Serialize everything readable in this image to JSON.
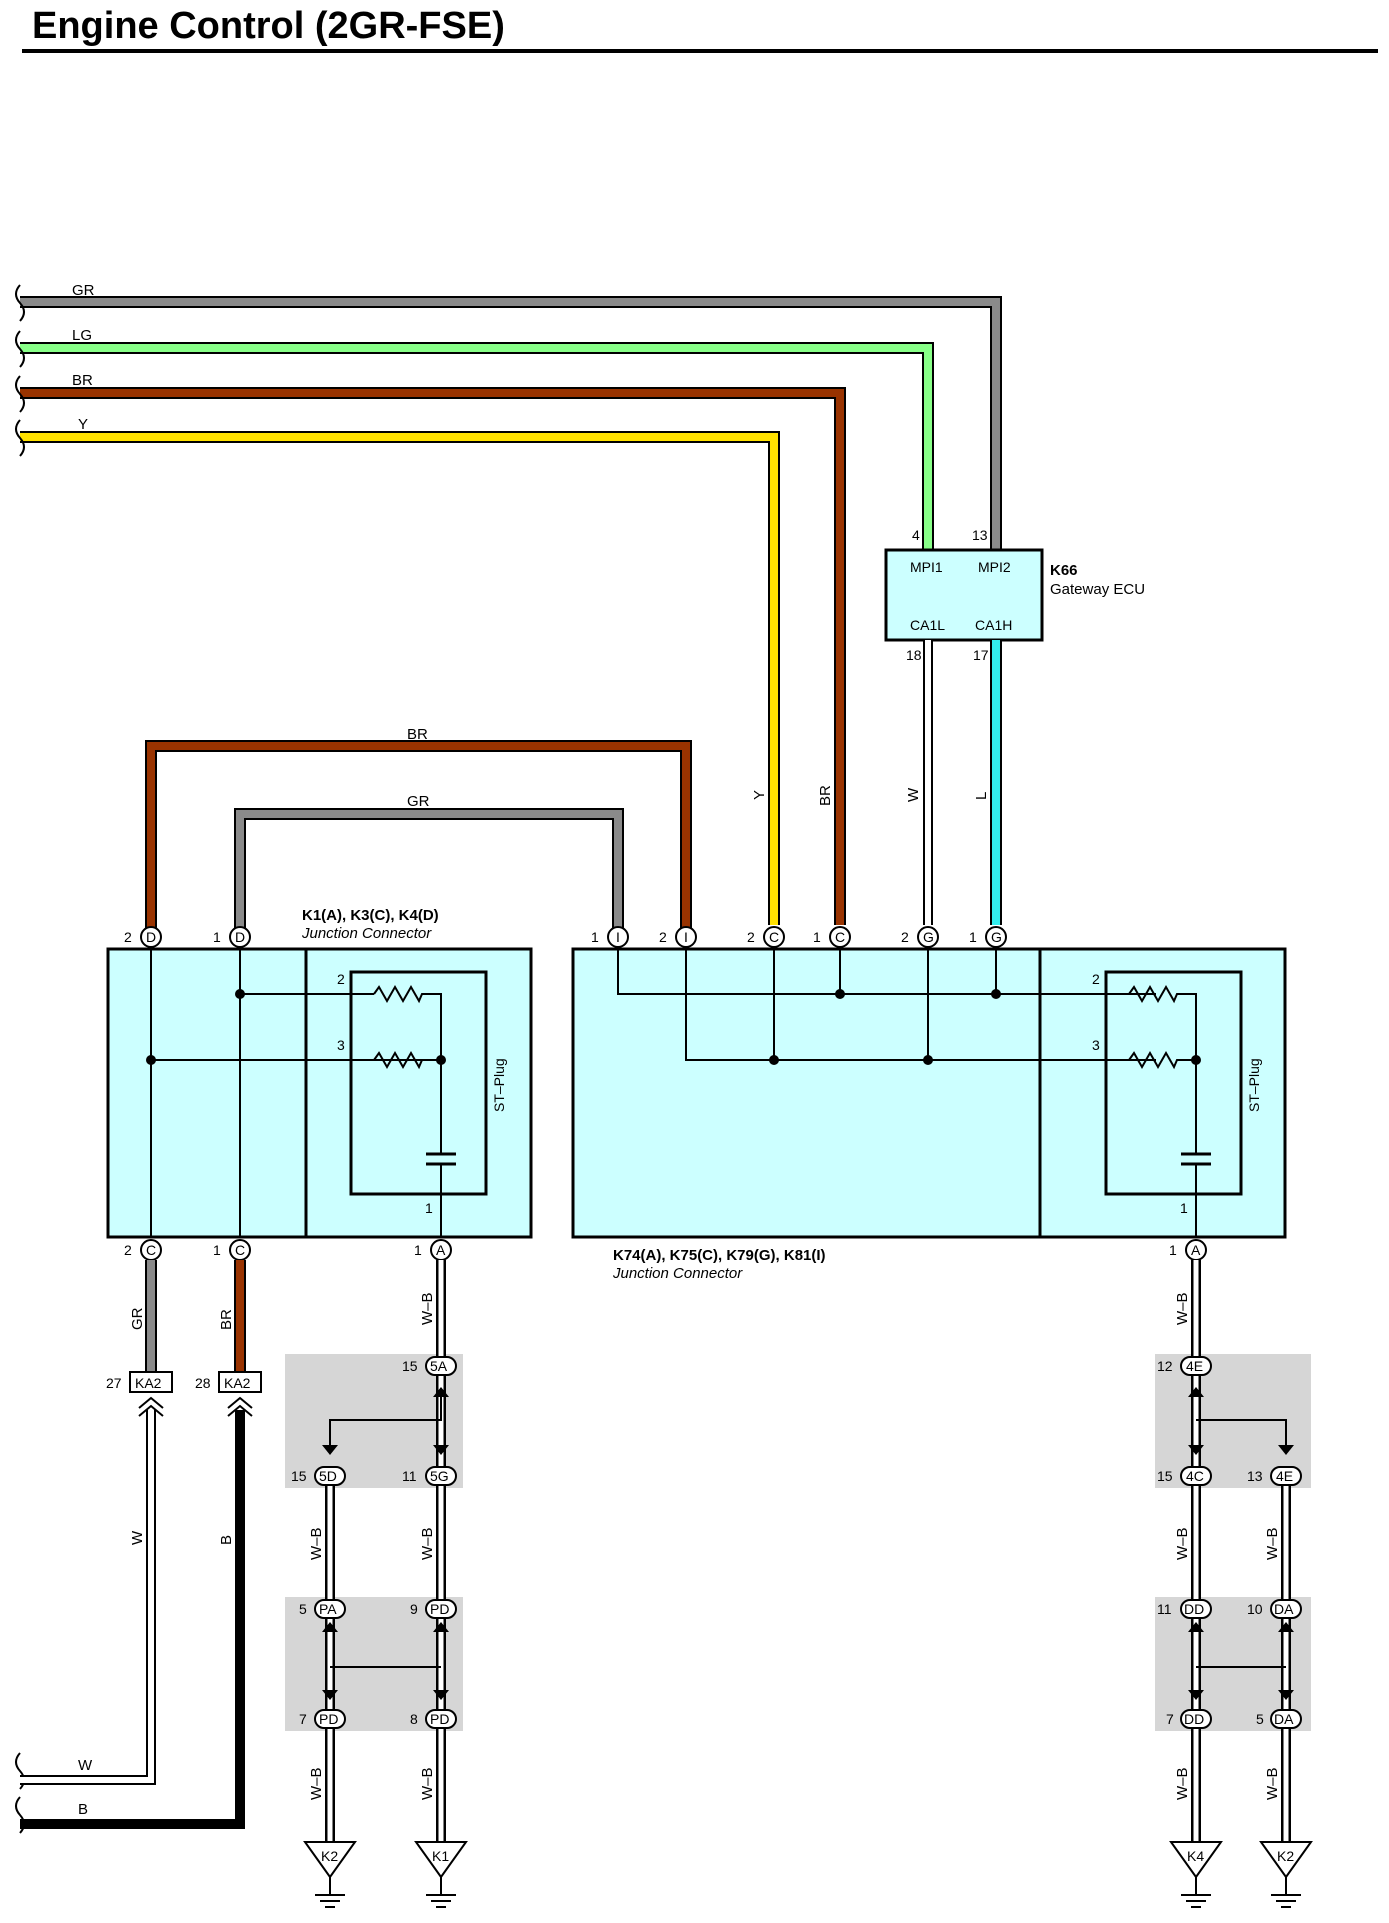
{
  "title": "Engine Control (2GR-FSE)",
  "colors": {
    "GR": "#8a8a8a",
    "LG": "#88ff88",
    "BR": "#993300",
    "Y": "#ffe100",
    "L": "#33eeee",
    "W": "#ffffff",
    "B": "#000000",
    "box_fill": "#ccffff"
  },
  "left_wire_labels": [
    "GR",
    "LG",
    "BR",
    "Y",
    "W",
    "B"
  ],
  "gateway_ecu": {
    "id": "K66",
    "name": "Gateway ECU",
    "pins": [
      {
        "num": "4",
        "name": "MPI1"
      },
      {
        "num": "13",
        "name": "MPI2"
      },
      {
        "num": "18",
        "name": "CA1L"
      },
      {
        "num": "17",
        "name": "CA1H"
      }
    ]
  },
  "jc1": {
    "ids": "K1(A), K3(C), K4(D)",
    "name": "Junction Connector",
    "plug": "ST–Plug",
    "top_pins": [
      {
        "num": "2",
        "term": "D"
      },
      {
        "num": "1",
        "term": "D"
      }
    ],
    "bottom_pins": [
      {
        "num": "2",
        "term": "C"
      },
      {
        "num": "1",
        "term": "C"
      },
      {
        "num": "1",
        "term": "A"
      }
    ],
    "inner_pins": [
      "2",
      "3",
      "1"
    ]
  },
  "jc2": {
    "ids": "K74(A), K75(C), K79(G), K81(I)",
    "name": "Junction Connector",
    "plug": "ST–Plug",
    "top_pins": [
      {
        "num": "1",
        "term": "I"
      },
      {
        "num": "2",
        "term": "I"
      },
      {
        "num": "2",
        "term": "C"
      },
      {
        "num": "1",
        "term": "C"
      },
      {
        "num": "2",
        "term": "G"
      },
      {
        "num": "1",
        "term": "G"
      }
    ],
    "bottom_pins": [
      {
        "num": "1",
        "term": "A"
      }
    ],
    "inner_pins": [
      "2",
      "3",
      "1"
    ]
  },
  "wire_labels": {
    "top_br": "BR",
    "top_gr": "GR",
    "vert_y": "Y",
    "vert_br": "BR",
    "vert_w": "W",
    "vert_l": "L",
    "jc1_bottom_gr": "GR",
    "jc1_bottom_br": "BR",
    "long_w": "W",
    "long_b": "B",
    "wb": "W–B"
  },
  "ka2": [
    {
      "num": "27",
      "label": "KA2"
    },
    {
      "num": "28",
      "label": "KA2"
    }
  ],
  "left_junction": {
    "top": [
      {
        "num": "15",
        "label": "5A"
      }
    ],
    "mid": [
      {
        "num": "15",
        "label": "5D"
      },
      {
        "num": "11",
        "label": "5G"
      }
    ],
    "lower_top": [
      {
        "num": "5",
        "label": "PA"
      },
      {
        "num": "9",
        "label": "PD"
      }
    ],
    "lower_bottom": [
      {
        "num": "7",
        "label": "PD"
      },
      {
        "num": "8",
        "label": "PD"
      }
    ],
    "grounds": [
      "K2",
      "K1"
    ]
  },
  "right_junction": {
    "top": [
      {
        "num": "12",
        "label": "4E"
      }
    ],
    "mid": [
      {
        "num": "15",
        "label": "4C"
      },
      {
        "num": "13",
        "label": "4E"
      }
    ],
    "lower_top": [
      {
        "num": "11",
        "label": "DD"
      },
      {
        "num": "10",
        "label": "DA"
      }
    ],
    "lower_bottom": [
      {
        "num": "7",
        "label": "DD"
      },
      {
        "num": "5",
        "label": "DA"
      }
    ],
    "grounds": [
      "K4",
      "K2"
    ]
  }
}
